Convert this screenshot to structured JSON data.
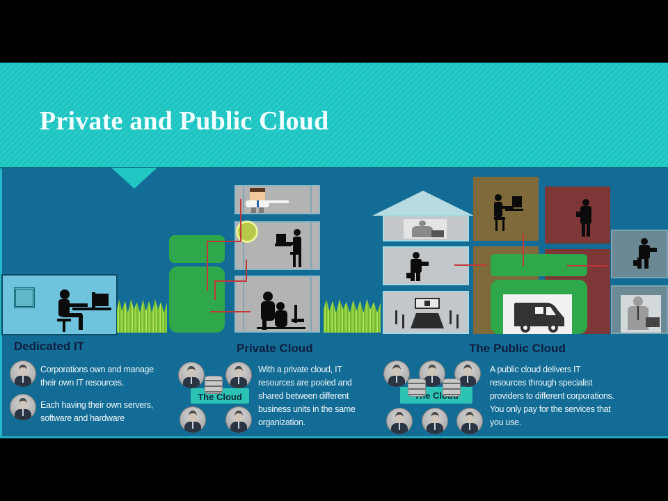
{
  "slide": {
    "title": "Private and Public Cloud",
    "colors": {
      "header_teal": "#22c6c3",
      "body_blue": "#136c95",
      "green_server": "#2ea84a",
      "section_title": "#0d1e3f",
      "cloud_label_bg": "#2cc3b5",
      "arrow_red": "#c0383a"
    }
  },
  "illustration": {
    "dedicated": {
      "icons": [
        "framed-picture-icon",
        "person-at-computer-icon"
      ]
    },
    "private_building": {
      "floors": [
        "presenter-figure-icon",
        "person-at-computer-icon",
        "two-people-at-desk-icon"
      ],
      "server": "green-server-block",
      "sun": "sun-icon"
    },
    "public_buildings": {
      "house": [
        "businessman-with-briefcase-icon",
        "businessman-walking-icon",
        "conference-room-icon"
      ],
      "brown_tower": "person-at-computer-icon",
      "red_tower": "businessman-walking-icon",
      "grey_building": [
        "businessman-walking-icon",
        "businessman-with-briefcase-icon"
      ],
      "provider": "delivery-van-icon"
    }
  },
  "sections": {
    "dedicated": {
      "title": "Dedicated IT",
      "points": [
        "Corporations own and manage their own IT resources.",
        "Each having their own servers, software and hardware"
      ]
    },
    "private": {
      "title": "Private Cloud",
      "cloud_label": "The Cloud",
      "text": "With a private cloud, IT resources are pooled and shared between different business units in the same organization."
    },
    "public": {
      "title": "The Public Cloud",
      "cloud_label": "The Cloud",
      "text": "A public cloud delivers IT resources through specialist providers to different corporations. You only pay for the services that you use."
    }
  }
}
